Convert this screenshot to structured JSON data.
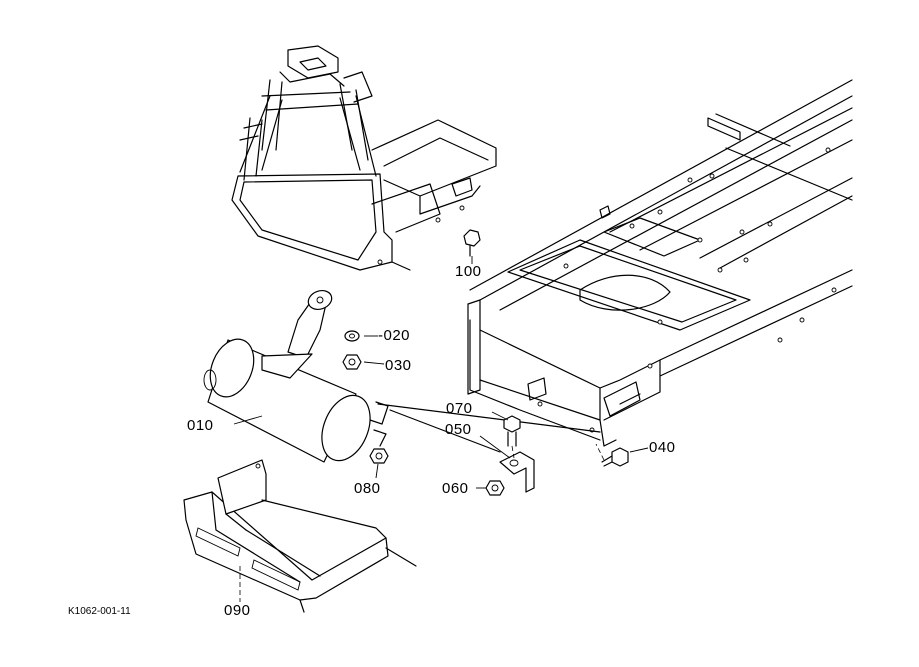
{
  "diagram": {
    "callouts": [
      {
        "id": "010",
        "text": "010"
      },
      {
        "id": "020",
        "text": "-020"
      },
      {
        "id": "030",
        "text": "030"
      },
      {
        "id": "040",
        "text": "040"
      },
      {
        "id": "050",
        "text": "050"
      },
      {
        "id": "060",
        "text": "060"
      },
      {
        "id": "070",
        "text": "070"
      },
      {
        "id": "080",
        "text": "080"
      },
      {
        "id": "090",
        "text": "090"
      },
      {
        "id": "100",
        "text": "100"
      }
    ],
    "drawing_code": "K1062-001-11"
  }
}
